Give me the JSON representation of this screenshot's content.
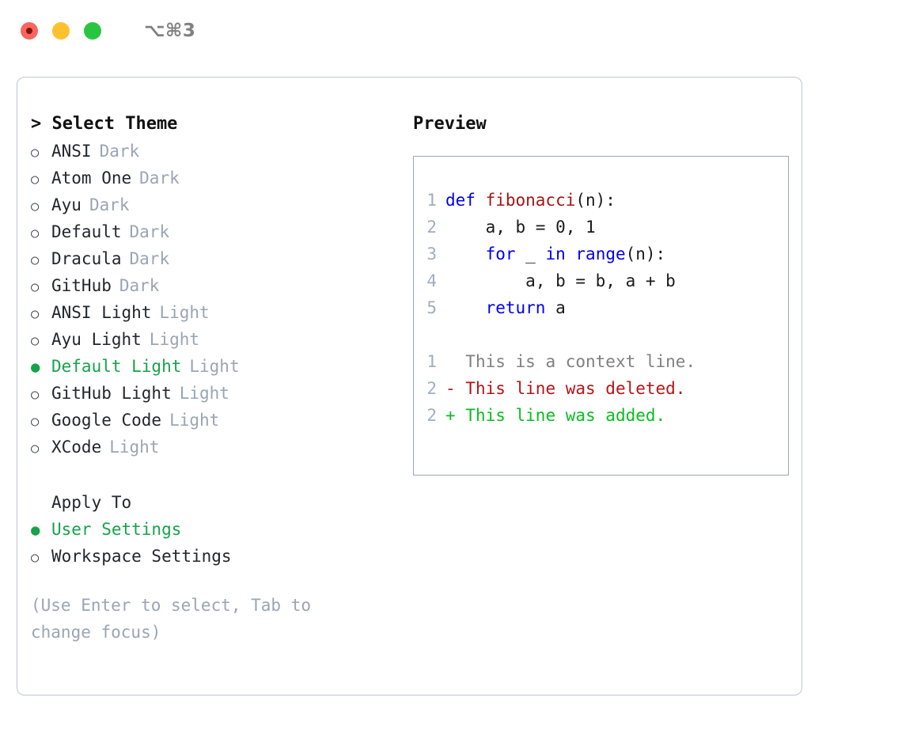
{
  "titlebar": {
    "shortcut": "⌥⌘3",
    "lights": [
      {
        "name": "close",
        "color": "#f9655f"
      },
      {
        "name": "minimize",
        "color": "#ffc02e"
      },
      {
        "name": "zoom",
        "color": "#28c63f"
      }
    ]
  },
  "theme_picker": {
    "heading": "> Select Theme",
    "selected_bullet": "●",
    "unselected_bullet": "○",
    "accent_color": "#16a34a",
    "items": [
      {
        "label": "ANSI",
        "category": "Dark",
        "selected": false
      },
      {
        "label": "Atom One",
        "category": "Dark",
        "selected": false
      },
      {
        "label": "Ayu",
        "category": "Dark",
        "selected": false
      },
      {
        "label": "Default",
        "category": "Dark",
        "selected": false
      },
      {
        "label": "Dracula",
        "category": "Dark",
        "selected": false
      },
      {
        "label": "GitHub",
        "category": "Dark",
        "selected": false
      },
      {
        "label": "ANSI Light",
        "category": "Light",
        "selected": false
      },
      {
        "label": "Ayu Light",
        "category": "Light",
        "selected": false
      },
      {
        "label": "Default Light",
        "category": "Light",
        "selected": true
      },
      {
        "label": "GitHub Light",
        "category": "Light",
        "selected": false
      },
      {
        "label": "Google Code",
        "category": "Light",
        "selected": false
      },
      {
        "label": "XCode",
        "category": "Light",
        "selected": false
      }
    ]
  },
  "apply_to": {
    "heading": "Apply To",
    "items": [
      {
        "label": "User Settings",
        "selected": true
      },
      {
        "label": "Workspace Settings",
        "selected": false
      }
    ]
  },
  "hint": "(Use Enter to select, Tab to change focus)",
  "preview": {
    "heading": "Preview",
    "code": [
      {
        "lineno": "1",
        "tokens": [
          {
            "text": "def ",
            "type": "kw"
          },
          {
            "text": "fibonacci",
            "type": "fn"
          },
          {
            "text": "(n):",
            "type": "pl"
          }
        ]
      },
      {
        "lineno": "2",
        "tokens": [
          {
            "text": "    a, b = 0, 1",
            "type": "pl"
          }
        ]
      },
      {
        "lineno": "3",
        "tokens": [
          {
            "text": "    ",
            "type": "pl"
          },
          {
            "text": "for",
            "type": "kw"
          },
          {
            "text": " _ ",
            "type": "pl"
          },
          {
            "text": "in",
            "type": "kw"
          },
          {
            "text": " ",
            "type": "pl"
          },
          {
            "text": "range",
            "type": "bi"
          },
          {
            "text": "(n):",
            "type": "pl"
          }
        ]
      },
      {
        "lineno": "4",
        "tokens": [
          {
            "text": "        a, b = b, a + b",
            "type": "pl"
          }
        ]
      },
      {
        "lineno": "5",
        "tokens": [
          {
            "text": "    ",
            "type": "pl"
          },
          {
            "text": "return",
            "type": "kw"
          },
          {
            "text": " a",
            "type": "pl"
          }
        ]
      }
    ],
    "diff": [
      {
        "lineno": "1",
        "marker": " ",
        "text": " This is a context line.",
        "type": "ctx"
      },
      {
        "lineno": "2",
        "marker": "-",
        "text": " This line was deleted.",
        "type": "del"
      },
      {
        "lineno": "2",
        "marker": "+",
        "text": " This line was added.",
        "type": "add"
      }
    ]
  }
}
